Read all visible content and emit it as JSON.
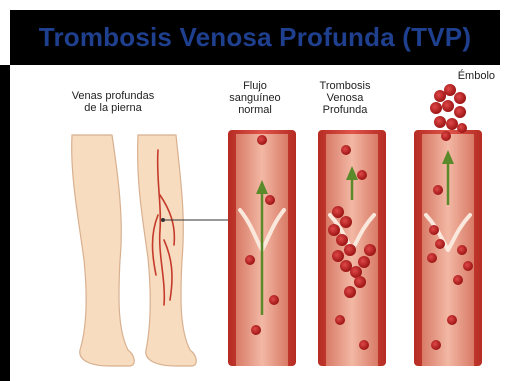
{
  "title": "Trombosis Venosa Profunda (TVP)",
  "labels": {
    "leg": [
      "Venas profundas",
      "de la pierna"
    ],
    "normal": [
      "Flujo",
      "sanguíneo",
      "normal"
    ],
    "tvp": [
      "Trombosis",
      "Venosa",
      "Profunda"
    ],
    "embolo": "Émbolo"
  },
  "colors": {
    "title_bar": "#000000",
    "title_text": "#1f3f8f",
    "skin": "#f7dcc0",
    "vein_wall": "#c23a2c",
    "vein_inner": "#e9a08a",
    "blood_cell": "#b51f1f",
    "flow_arrow": "#5a8a2a"
  },
  "icons": [
    "leg-illustration",
    "normal-vein-icon",
    "thrombus-vein-icon",
    "embolus-vein-icon",
    "flow-arrow-icon"
  ]
}
